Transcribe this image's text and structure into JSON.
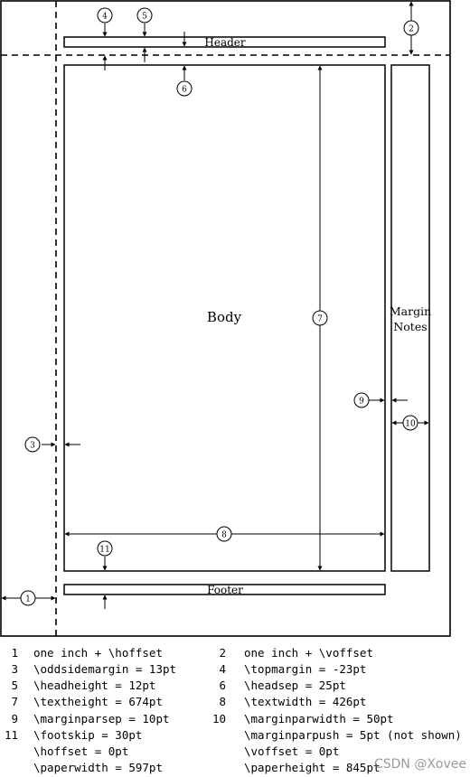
{
  "diagram": {
    "header_label": "Header",
    "body_label": "Body",
    "margin_notes_label_line1": "Margin",
    "margin_notes_label_line2": "Notes",
    "footer_label": "Footer",
    "markers": [
      "1",
      "2",
      "3",
      "4",
      "5",
      "6",
      "7",
      "8",
      "9",
      "10",
      "11"
    ]
  },
  "legend": {
    "rows": [
      {
        "left_num": "1",
        "left_text": "one inch + \\hoffset",
        "right_num": "2",
        "right_text": "one inch + \\voffset"
      },
      {
        "left_num": "3",
        "left_text": "\\oddsidemargin = 13pt",
        "right_num": "4",
        "right_text": "\\topmargin = -23pt"
      },
      {
        "left_num": "5",
        "left_text": "\\headheight = 12pt",
        "right_num": "6",
        "right_text": "\\headsep = 25pt"
      },
      {
        "left_num": "7",
        "left_text": "\\textheight = 674pt",
        "right_num": "8",
        "right_text": "\\textwidth = 426pt"
      },
      {
        "left_num": "9",
        "left_text": "\\marginparsep = 10pt",
        "right_num": "10",
        "right_text": "\\marginparwidth = 50pt"
      },
      {
        "left_num": "11",
        "left_text": "\\footskip = 30pt",
        "right_num": "",
        "right_text": "\\marginparpush = 5pt (not shown)"
      },
      {
        "left_num": "",
        "left_text": "\\hoffset = 0pt",
        "right_num": "",
        "right_text": "\\voffset = 0pt"
      },
      {
        "left_num": "",
        "left_text": "\\paperwidth = 597pt",
        "right_num": "",
        "right_text": "\\paperheight = 845pt"
      }
    ]
  },
  "watermark": "CSDN @Xovee"
}
